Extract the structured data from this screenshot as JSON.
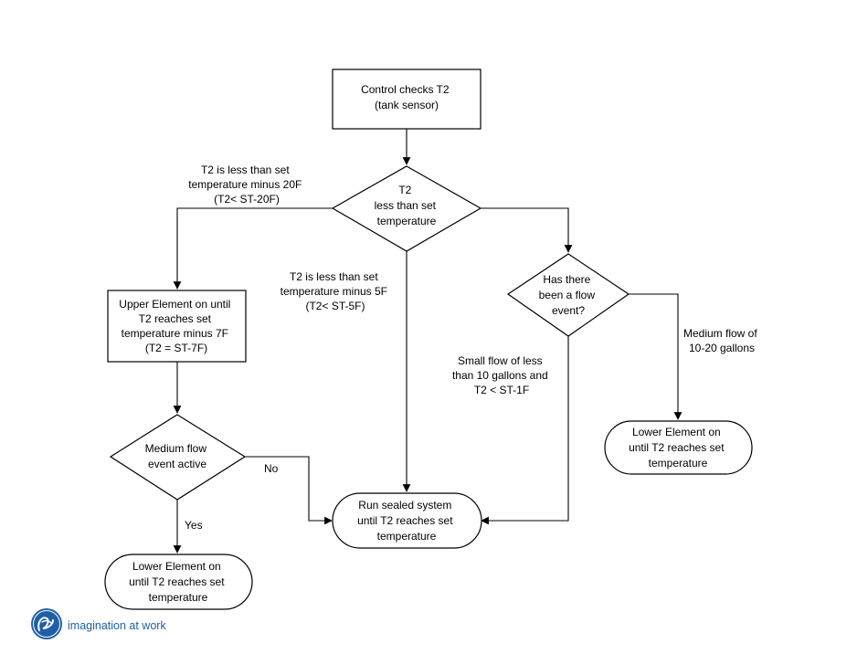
{
  "nodes": {
    "control": [
      "Control checks T2",
      "(tank sensor)"
    ],
    "t2_decision": [
      "T2",
      "less than set",
      "temperature"
    ],
    "upper_element": [
      "Upper Element on until",
      "T2 reaches set",
      "temperature minus 7F",
      "(T2 = ST-7F)"
    ],
    "flow_event": [
      "Has there",
      "been a flow",
      "event?"
    ],
    "medium_flow_active": [
      "Medium flow",
      "event active"
    ],
    "sealed_system": [
      "Run sealed system",
      "until T2 reaches set",
      "temperature"
    ],
    "lower_element_left": [
      "Lower Element on",
      "until T2 reaches set",
      "temperature"
    ],
    "lower_element_right": [
      "Lower Element on",
      "until T2 reaches set",
      "temperature"
    ]
  },
  "edge_labels": {
    "minus20": [
      "T2 is less than set",
      "temperature minus 20F",
      "(T2< ST-20F)"
    ],
    "minus5": [
      "T2 is less than set",
      "temperature minus 5F",
      "(T2< ST-5F)"
    ],
    "small_flow": [
      "Small flow of less",
      "than 10 gallons and",
      "T2 < ST-1F"
    ],
    "medium_flow": [
      "Medium flow of",
      "10-20 gallons"
    ],
    "no": [
      "No"
    ],
    "yes": [
      "Yes"
    ]
  },
  "logo": {
    "brand_icon": "ge-monogram-icon",
    "tagline": "imagination at work",
    "color": "#1f5fa8"
  }
}
